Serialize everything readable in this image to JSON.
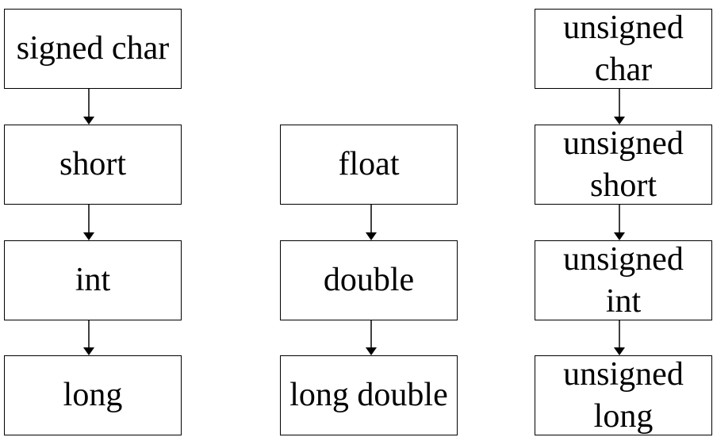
{
  "signed_column": {
    "signed_char": "signed char",
    "short": "short",
    "int": "int",
    "long": "long"
  },
  "float_column": {
    "float": "float",
    "double": "double",
    "long_double": "long double"
  },
  "unsigned_column": {
    "unsigned_char": [
      "unsigned",
      "char"
    ],
    "unsigned_short": [
      "unsigned",
      "short"
    ],
    "unsigned_int": [
      "unsigned",
      "int"
    ],
    "unsigned_long": [
      "unsigned",
      "long"
    ]
  },
  "edges": [
    {
      "from": "signed char",
      "to": "short"
    },
    {
      "from": "short",
      "to": "int"
    },
    {
      "from": "int",
      "to": "long"
    },
    {
      "from": "float",
      "to": "double"
    },
    {
      "from": "double",
      "to": "long double"
    },
    {
      "from": "unsigned char",
      "to": "unsigned short"
    },
    {
      "from": "unsigned short",
      "to": "unsigned int"
    },
    {
      "from": "unsigned int",
      "to": "unsigned long"
    }
  ]
}
